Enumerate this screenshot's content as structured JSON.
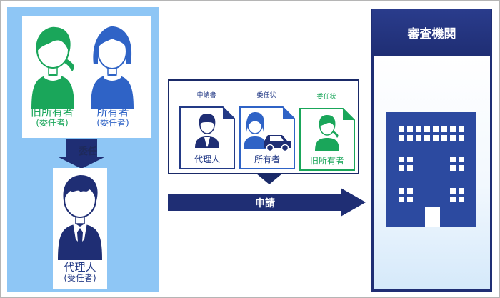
{
  "owners": {
    "former_owner": {
      "name": "旧所有者",
      "role": "(委任者)"
    },
    "owner": {
      "name": "所有者",
      "role": "(委任者)"
    }
  },
  "delegation": {
    "label": "委任"
  },
  "agent": {
    "name": "代理人",
    "role": "(受任者)"
  },
  "documents": [
    {
      "title": "申請書",
      "holder": "代理人"
    },
    {
      "title": "委任状",
      "holder": "所有者"
    },
    {
      "title": "委任状",
      "holder": "旧所有者"
    }
  ],
  "application": {
    "label": "申請"
  },
  "authority": {
    "title": "審査機関"
  },
  "colors": {
    "green": "#1aa65a",
    "blue": "#2f63c6",
    "navy": "#1f2e74",
    "light_blue": "#8ec6f5"
  }
}
